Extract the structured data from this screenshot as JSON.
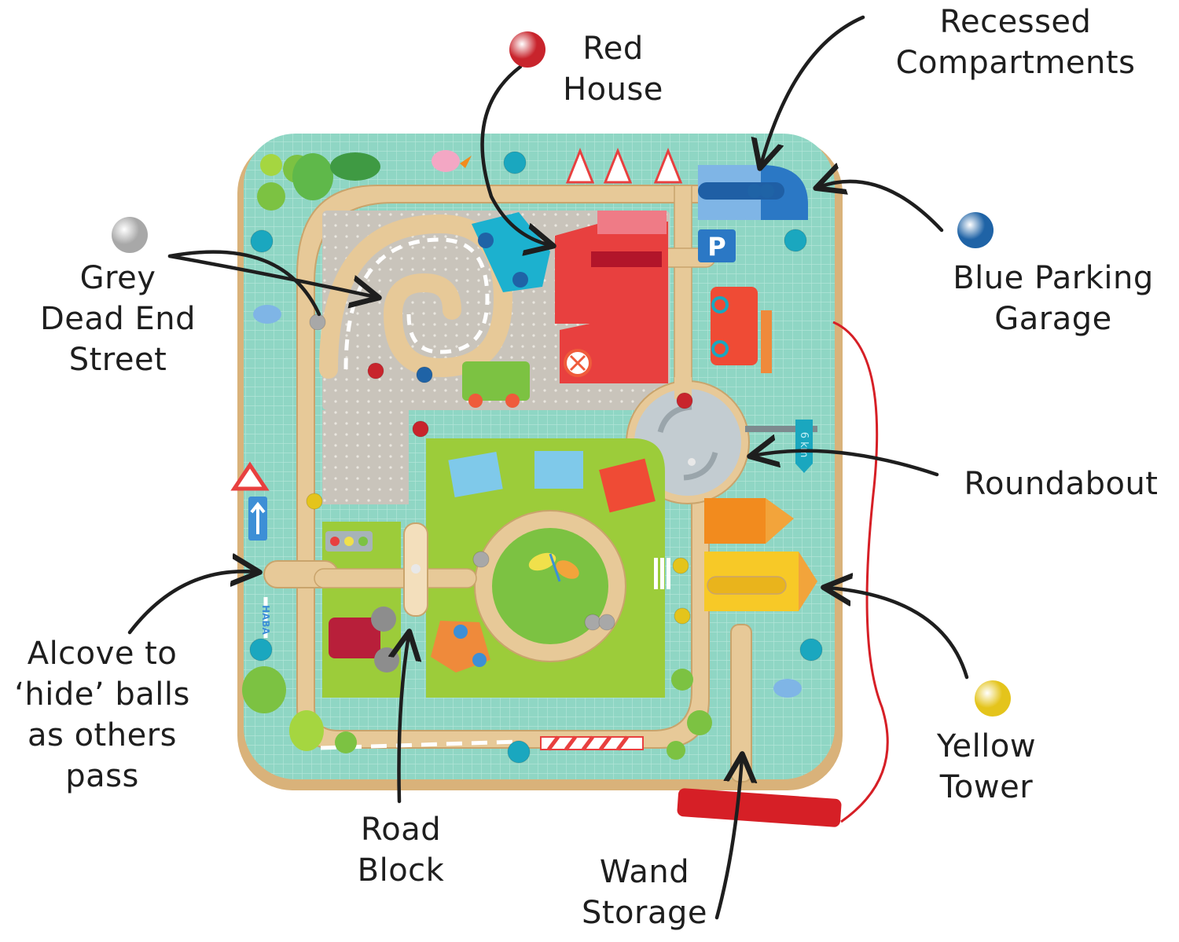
{
  "colors": {
    "mat": "#8fd6c4",
    "mat_grid": "#b6e6da",
    "wood": "#e7c998",
    "wood_edge": "#c9a46c",
    "grey_area": "#c9c4bb",
    "green_area": "#9ccc3a",
    "arrow": "#1e1e1e",
    "red_ball": "#c8242c",
    "grey_ball": "#a8a8a8",
    "blue_ball": "#1f63a6",
    "yellow_ball": "#e4c41b",
    "teal_peg": "#1aa7bf",
    "wand": "#d61f26",
    "string": "#d61f26",
    "parking_blue": "#3d8fd6"
  },
  "board": {
    "parking_sign": "P",
    "distance_sign": "6 km",
    "brand_mark": "HABA"
  },
  "callouts": [
    {
      "id": "red-house",
      "text": "Red\nHouse",
      "ball": "red_ball"
    },
    {
      "id": "recessed-compartments",
      "text": "Recessed\nCompartments",
      "ball": null
    },
    {
      "id": "grey-dead-end-street",
      "text": "Grey\nDead End\nStreet",
      "ball": "grey_ball"
    },
    {
      "id": "blue-parking-garage",
      "text": "Blue Parking\nGarage",
      "ball": "blue_ball"
    },
    {
      "id": "roundabout",
      "text": "Roundabout",
      "ball": null
    },
    {
      "id": "alcove",
      "text": "Alcove to\n‘hide’ balls\nas others\npass",
      "ball": null
    },
    {
      "id": "yellow-tower",
      "text": "Yellow\nTower",
      "ball": "yellow_ball"
    },
    {
      "id": "road-block",
      "text": "Road\nBlock",
      "ball": null
    },
    {
      "id": "wand-storage",
      "text": "Wand\nStorage",
      "ball": null
    }
  ]
}
